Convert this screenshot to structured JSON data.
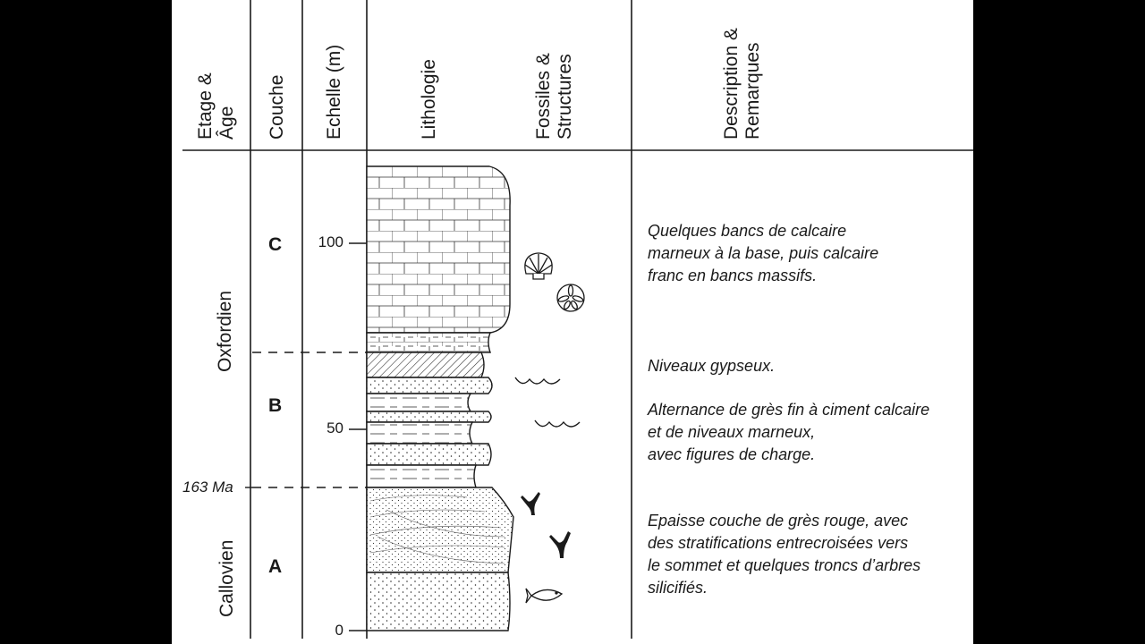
{
  "headers": {
    "stage_age": [
      "Etage &",
      "Âge"
    ],
    "layer": "Couche",
    "scale": "Echelle (m)",
    "lithology": "Lithologie",
    "fossils": [
      "Fossiles &",
      "Structures"
    ],
    "description": [
      "Description &",
      "Remarques"
    ]
  },
  "stages": {
    "upper": "Oxfordien",
    "lower": "Callovien"
  },
  "age_marker": "163 Ma",
  "layers": {
    "c": "C",
    "b": "B",
    "a": "A"
  },
  "scale_ticks": {
    "t100": "100",
    "t50": "50",
    "t0": "0"
  },
  "descriptions": {
    "c": [
      "Quelques bancs de calcaire",
      "marneux à la base, puis calcaire",
      "franc en bancs massifs."
    ],
    "b_gypsum": [
      "Niveaux gypseux."
    ],
    "b": [
      "Alternance de grès fin à ciment calcaire",
      "et de niveaux marneux,",
      "avec figures de charge."
    ],
    "a": [
      "Epaisse couche de grès rouge, avec",
      "des stratifications entrecroisées vers",
      "le sommet et quelques troncs d’arbres",
      "silicifiés."
    ]
  },
  "lithology_layers": [
    "calcaire",
    "calcaire marneux",
    "gypse",
    "grès fin",
    "marne",
    "grès rouge à stratifications entrecroisées",
    "grès rouge"
  ],
  "fossil_icons": [
    "scallop-shell-icon",
    "echinoid-icon",
    "load-structure-icon",
    "tree-trunk-icon",
    "fish-icon"
  ]
}
